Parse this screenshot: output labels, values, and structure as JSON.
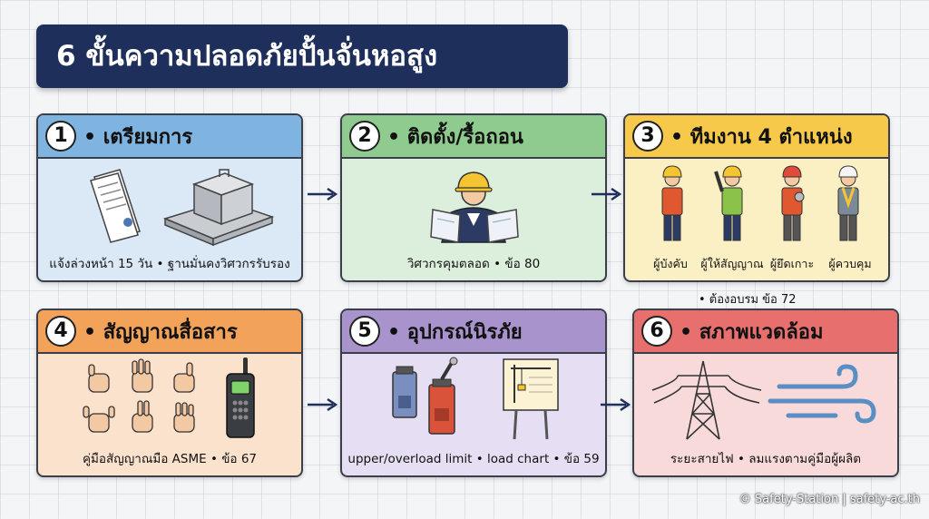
{
  "title": "6 ขั้นความปลอดภัยปั้นจั่นหอสูง",
  "colors": {
    "title_bg": "#1f2f5c",
    "step1": {
      "head": "#7fb3e0",
      "body": "#dbe9f7"
    },
    "step2": {
      "head": "#8fca8f",
      "body": "#dcefdc"
    },
    "step3": {
      "head": "#f6c94a",
      "body": "#fbefc4"
    },
    "step4": {
      "head": "#f3a25a",
      "body": "#fbe2cd"
    },
    "step5": {
      "head": "#a993cd",
      "body": "#e6def2"
    },
    "step6": {
      "head": "#e7706e",
      "body": "#f8dada"
    }
  },
  "steps": [
    {
      "num": "1",
      "title": "• เตรียมการ",
      "caption": "แจ้งล่วงหน้า 15 วัน • ฐานมั่นคงวิศวกรรับรอง",
      "icons": [
        "document-icon",
        "foundation-block-icon"
      ]
    },
    {
      "num": "2",
      "title": "• ติดตั้ง/รื้อถอน",
      "caption": "วิศวกรคุมตลอด • ข้อ 80",
      "icons": [
        "engineer-blueprint-icon"
      ]
    },
    {
      "num": "3",
      "title": "• ทีมงาน 4 ตำแหน่ง",
      "workers": [
        "ผู้บังคับ",
        "ผู้ให้สัญญาณ",
        "ผู้ยึดเกาะ",
        "ผู้ควบคุม"
      ],
      "note": "• ต้องอบรม ข้อ 72"
    },
    {
      "num": "4",
      "title": "• สัญญาณสื่อสาร",
      "caption": "คู่มือสัญญาณมือ ASME • ข้อ 67",
      "icons": [
        "hand-signal-icon",
        "walkie-talkie-icon"
      ]
    },
    {
      "num": "5",
      "title": "• อุปกรณ์นิรภัย",
      "caption": "upper/overload limit • load chart • ข้อ 59",
      "icons": [
        "limit-switch-icon",
        "load-chart-icon"
      ]
    },
    {
      "num": "6",
      "title": "• สภาพแวดล้อม",
      "caption": "ระยะสายไฟ • ลมแรงตามคู่มือผู้ผลิต",
      "icons": [
        "power-tower-icon",
        "wind-icon"
      ]
    }
  ],
  "credit": "© Safety-Station | safety-ac.th"
}
